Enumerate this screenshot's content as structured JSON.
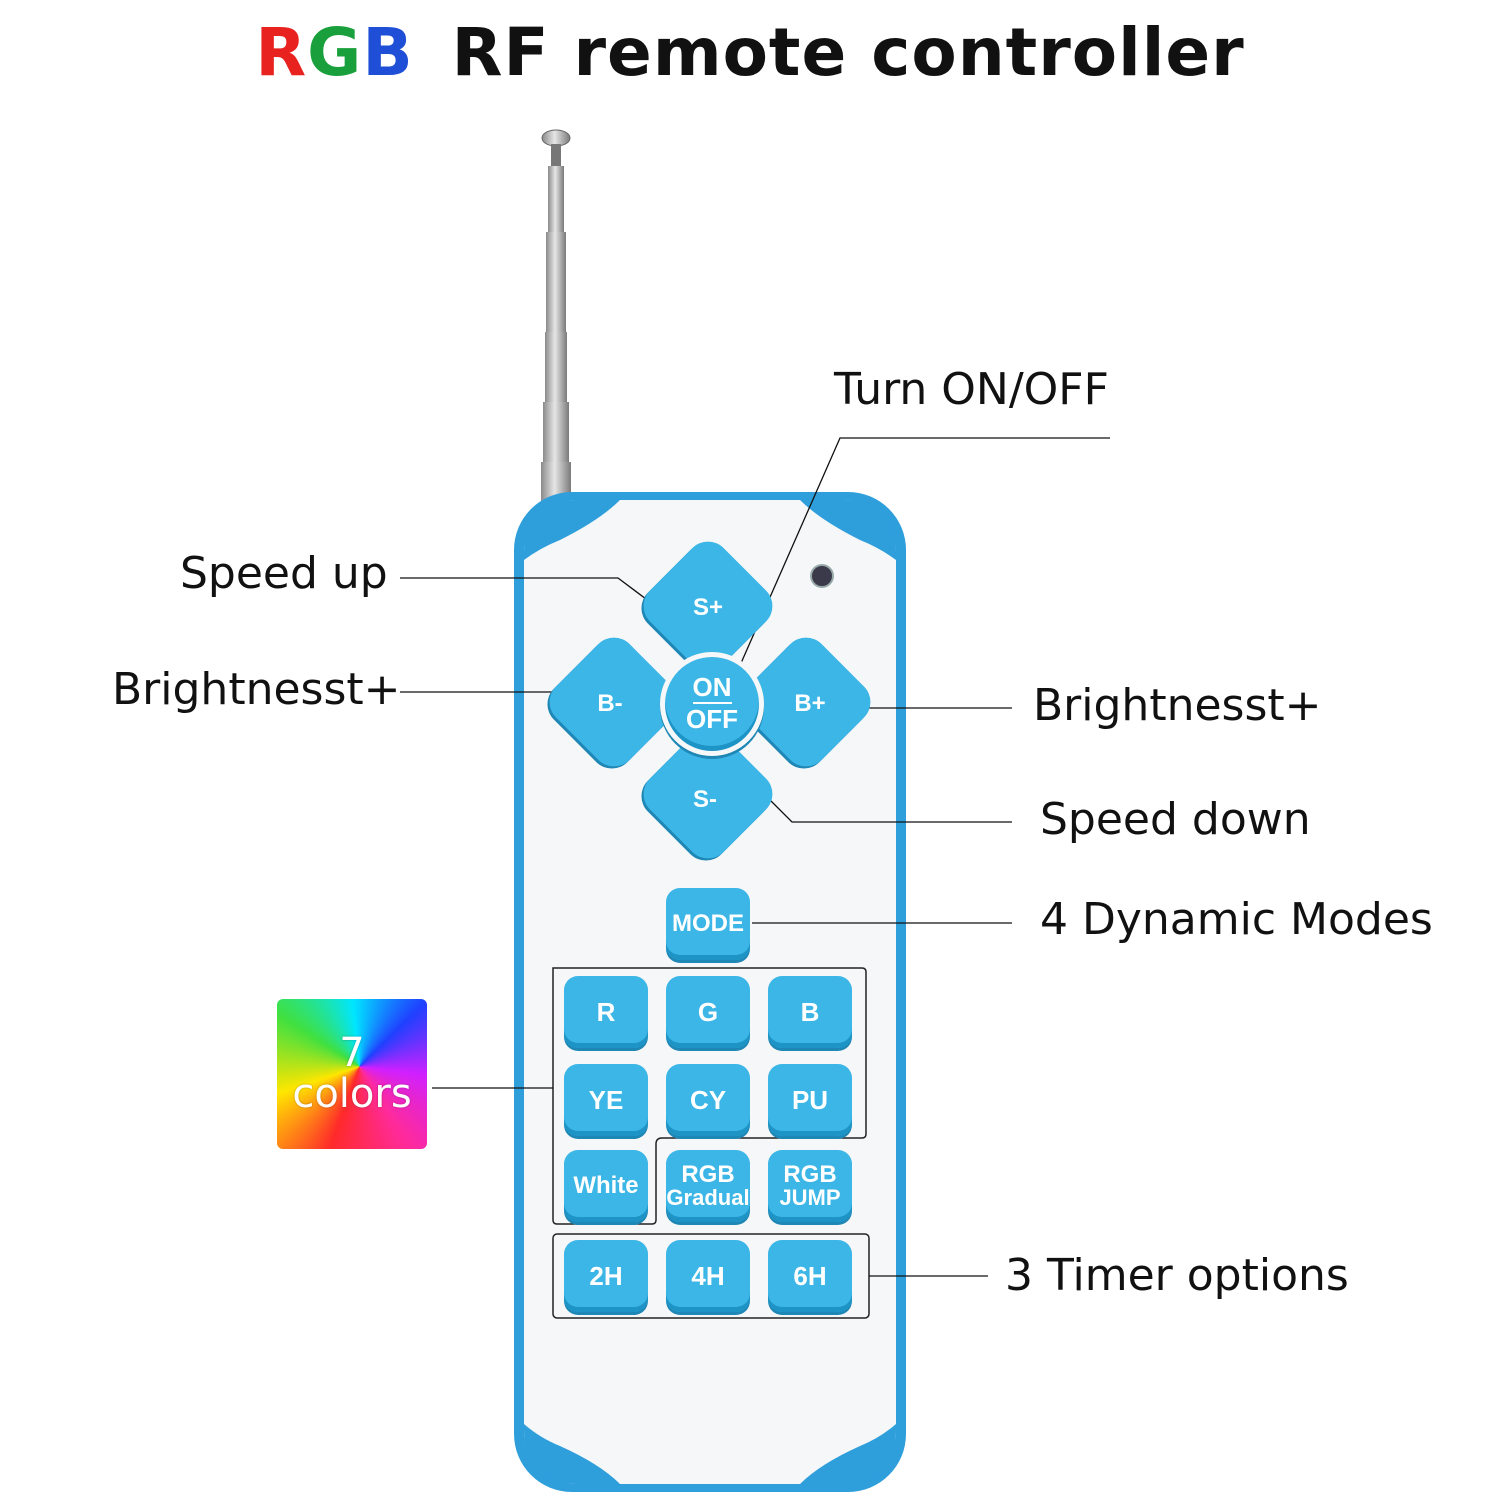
{
  "title": {
    "rgb_r": "R",
    "rgb_g": "G",
    "rgb_b": "B",
    "rest": "RF remote controller"
  },
  "colors": {
    "title_red": "#e8231f",
    "title_green": "#19a03c",
    "title_blue": "#1f4fd6",
    "button_blue": "#3cb6e6",
    "remote_trim": "#2f9fdc"
  },
  "callouts": {
    "turn_on_off": "Turn ON/OFF",
    "speed_up": "Speed up",
    "brightness_left": "Brightnesst+",
    "brightness_right": "Brightnesst+",
    "speed_down": "Speed down",
    "dynamic_modes": "4 Dynamic Modes",
    "timer_options": "3 Timer options"
  },
  "badge": {
    "number": "7",
    "word": "colors"
  },
  "remote": {
    "dpad": {
      "up": "S+",
      "down": "S-",
      "left": "B-",
      "right": "B+",
      "center_top": "ON",
      "center_bottom": "OFF"
    },
    "mode": "MODE",
    "colors_row1": [
      "R",
      "G",
      "B"
    ],
    "colors_row2": [
      "YE",
      "CY",
      "PU"
    ],
    "white": "White",
    "rgb_gradual": {
      "line1": "RGB",
      "line2": "Gradual"
    },
    "rgb_jump": {
      "line1": "RGB",
      "line2": "JUMP"
    },
    "timers": [
      "2H",
      "4H",
      "6H"
    ]
  }
}
